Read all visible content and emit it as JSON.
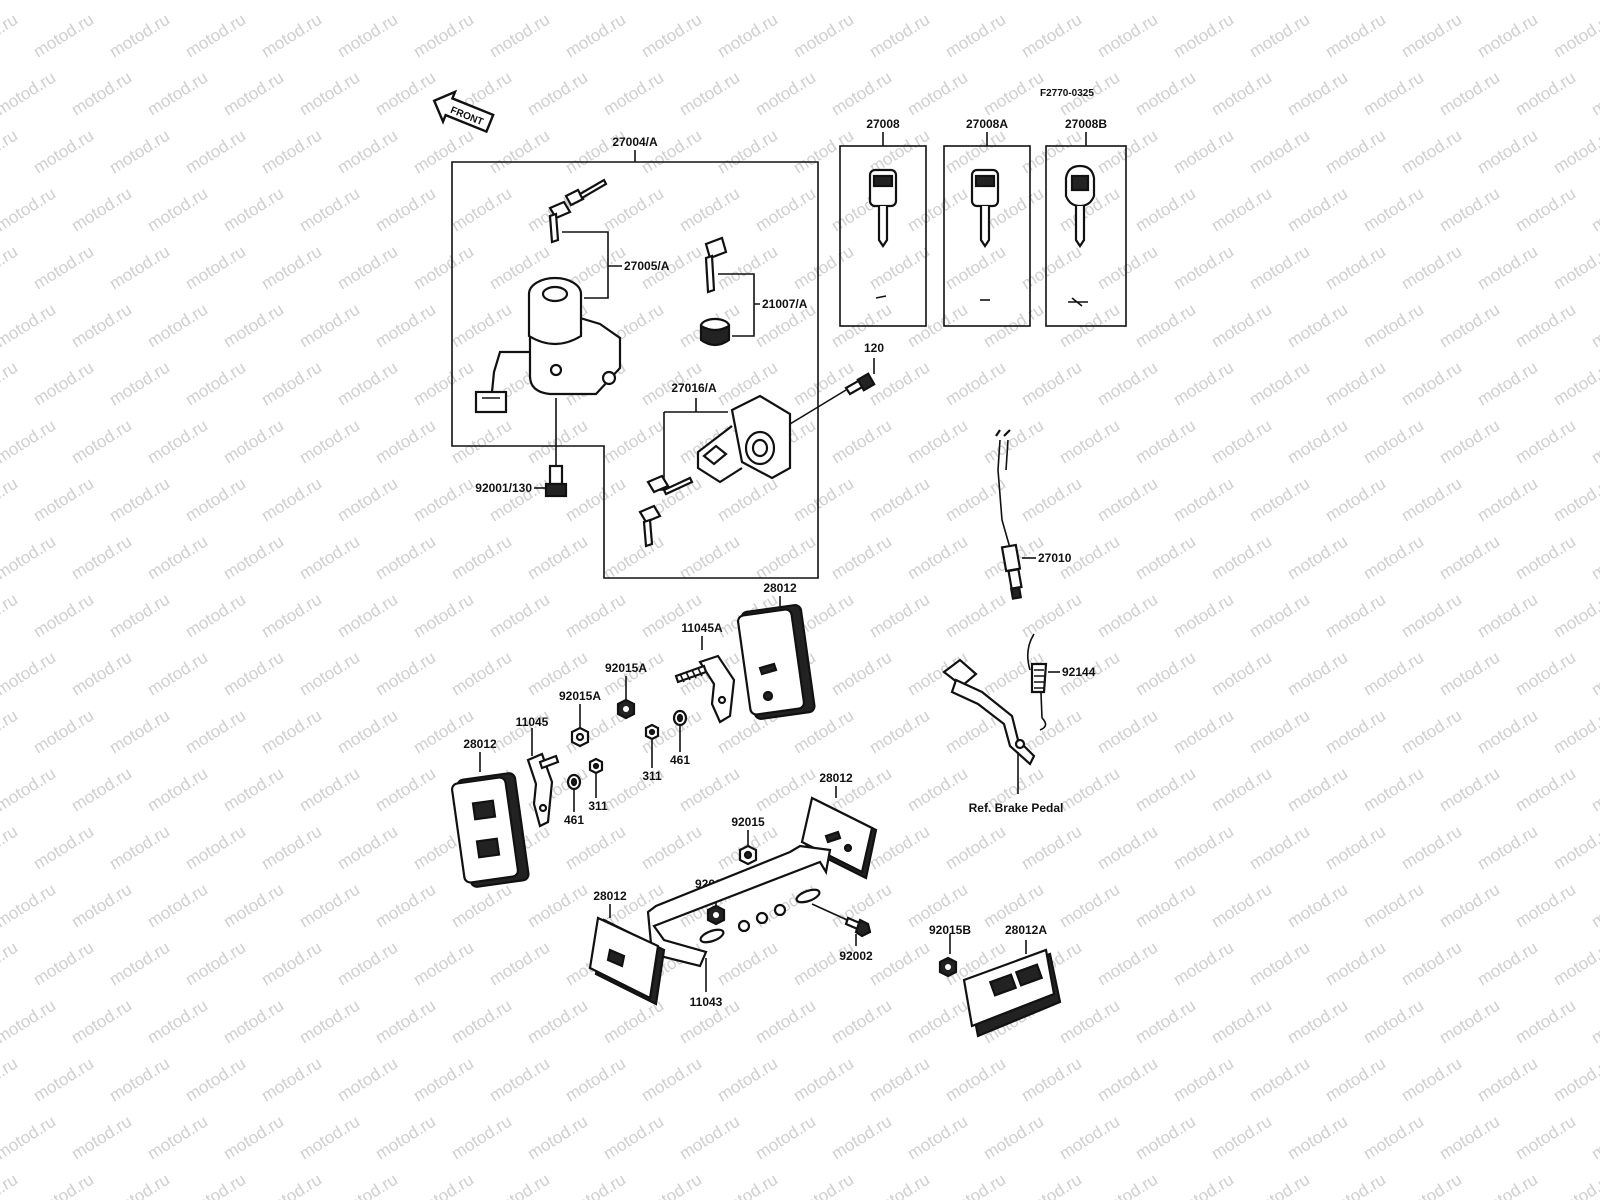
{
  "figure_code": "F2770-0325",
  "watermark_text": "motod.ru",
  "front_arrow_text": "FRONT",
  "labels": {
    "ignition_set": "27004/A",
    "key_set": "27005/A",
    "cap": "21007/A",
    "seat_lock": "27016/A",
    "bolt_120": "120",
    "bolt_92001": "92001/130",
    "key_blank_1": "27008",
    "key_blank_2": "27008A",
    "key_blank_3": "27008B",
    "brake_switch": "27010",
    "spring": "92144",
    "brake_pedal_ref": "Ref. Brake Pedal",
    "reflector_top": "28012",
    "bracket_upper": "11045A",
    "nut_92015A_1": "92015A",
    "nut_92015A_2": "92015A",
    "bracket_lower": "11045",
    "reflector_left": "28012",
    "washer_461_a": "461",
    "washer_461_b": "461",
    "nut_311_a": "311",
    "nut_311_b": "311",
    "reflector_mid": "28012",
    "nut_92015": "92015",
    "nut_92015B_1": "92015B",
    "reflector_bottom": "28012",
    "bolt_92002": "92002",
    "bracket_rear": "11043",
    "nut_92015B_2": "92015B",
    "reflector_rear": "28012A"
  }
}
